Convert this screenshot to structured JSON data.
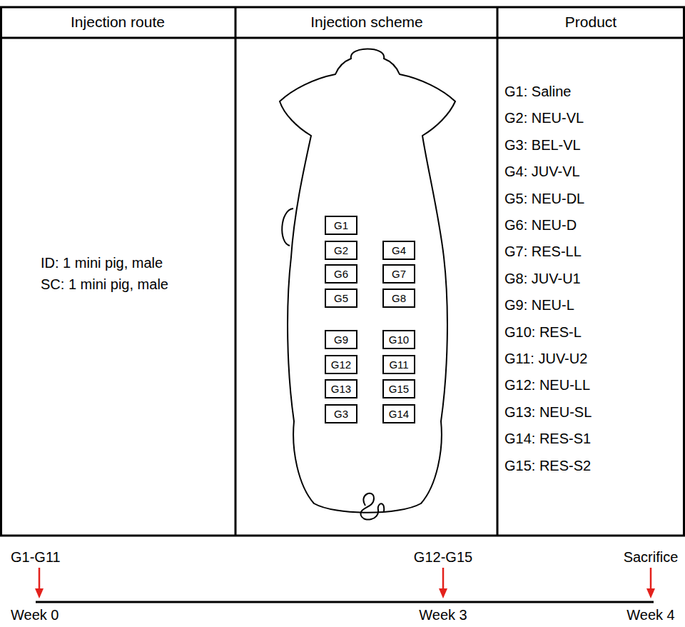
{
  "diagram": {
    "nodes": [
      {
        "text": [
          "G1"
        ]
      },
      {
        "text": [
          "G2"
        ]
      },
      {
        "text": [
          "G4"
        ]
      },
      {
        "text": [
          "G6"
        ]
      },
      {
        "text": [
          "G7"
        ]
      },
      {
        "text": [
          "G5"
        ]
      },
      {
        "text": [
          "G8"
        ]
      },
      {
        "text": [
          "G9"
        ]
      },
      {
        "text": [
          "G10"
        ]
      },
      {
        "text": [
          "G12"
        ]
      },
      {
        "text": [
          "G11"
        ]
      },
      {
        "text": [
          "G13"
        ]
      },
      {
        "text": [
          "G15"
        ]
      },
      {
        "text": [
          "G3"
        ]
      },
      {
        "text": [
          "G14"
        ]
      }
    ],
    "labels": [
      "Injection route",
      "Injection scheme",
      "Product",
      "ID: 1 mini pig, male",
      "SC: 1 mini pig, male",
      "G1: Saline",
      "G2: NEU-VL",
      "G3: BEL-VL",
      "G4: JUV-VL",
      "G5: NEU-DL",
      "G6: NEU-D",
      "G7: RES-LL",
      "G8: JUV-U1",
      "G9: NEU-L",
      "G10: RES-L",
      "G11: JUV-U2",
      "G12: NEU-LL",
      "G13: NEU-SL",
      "G14: RES-S1",
      "G15: RES-S2",
      "G1-G11",
      "G12-G15",
      "Sacrifice",
      "Week 0",
      "Week 3",
      "Week 4"
    ]
  }
}
